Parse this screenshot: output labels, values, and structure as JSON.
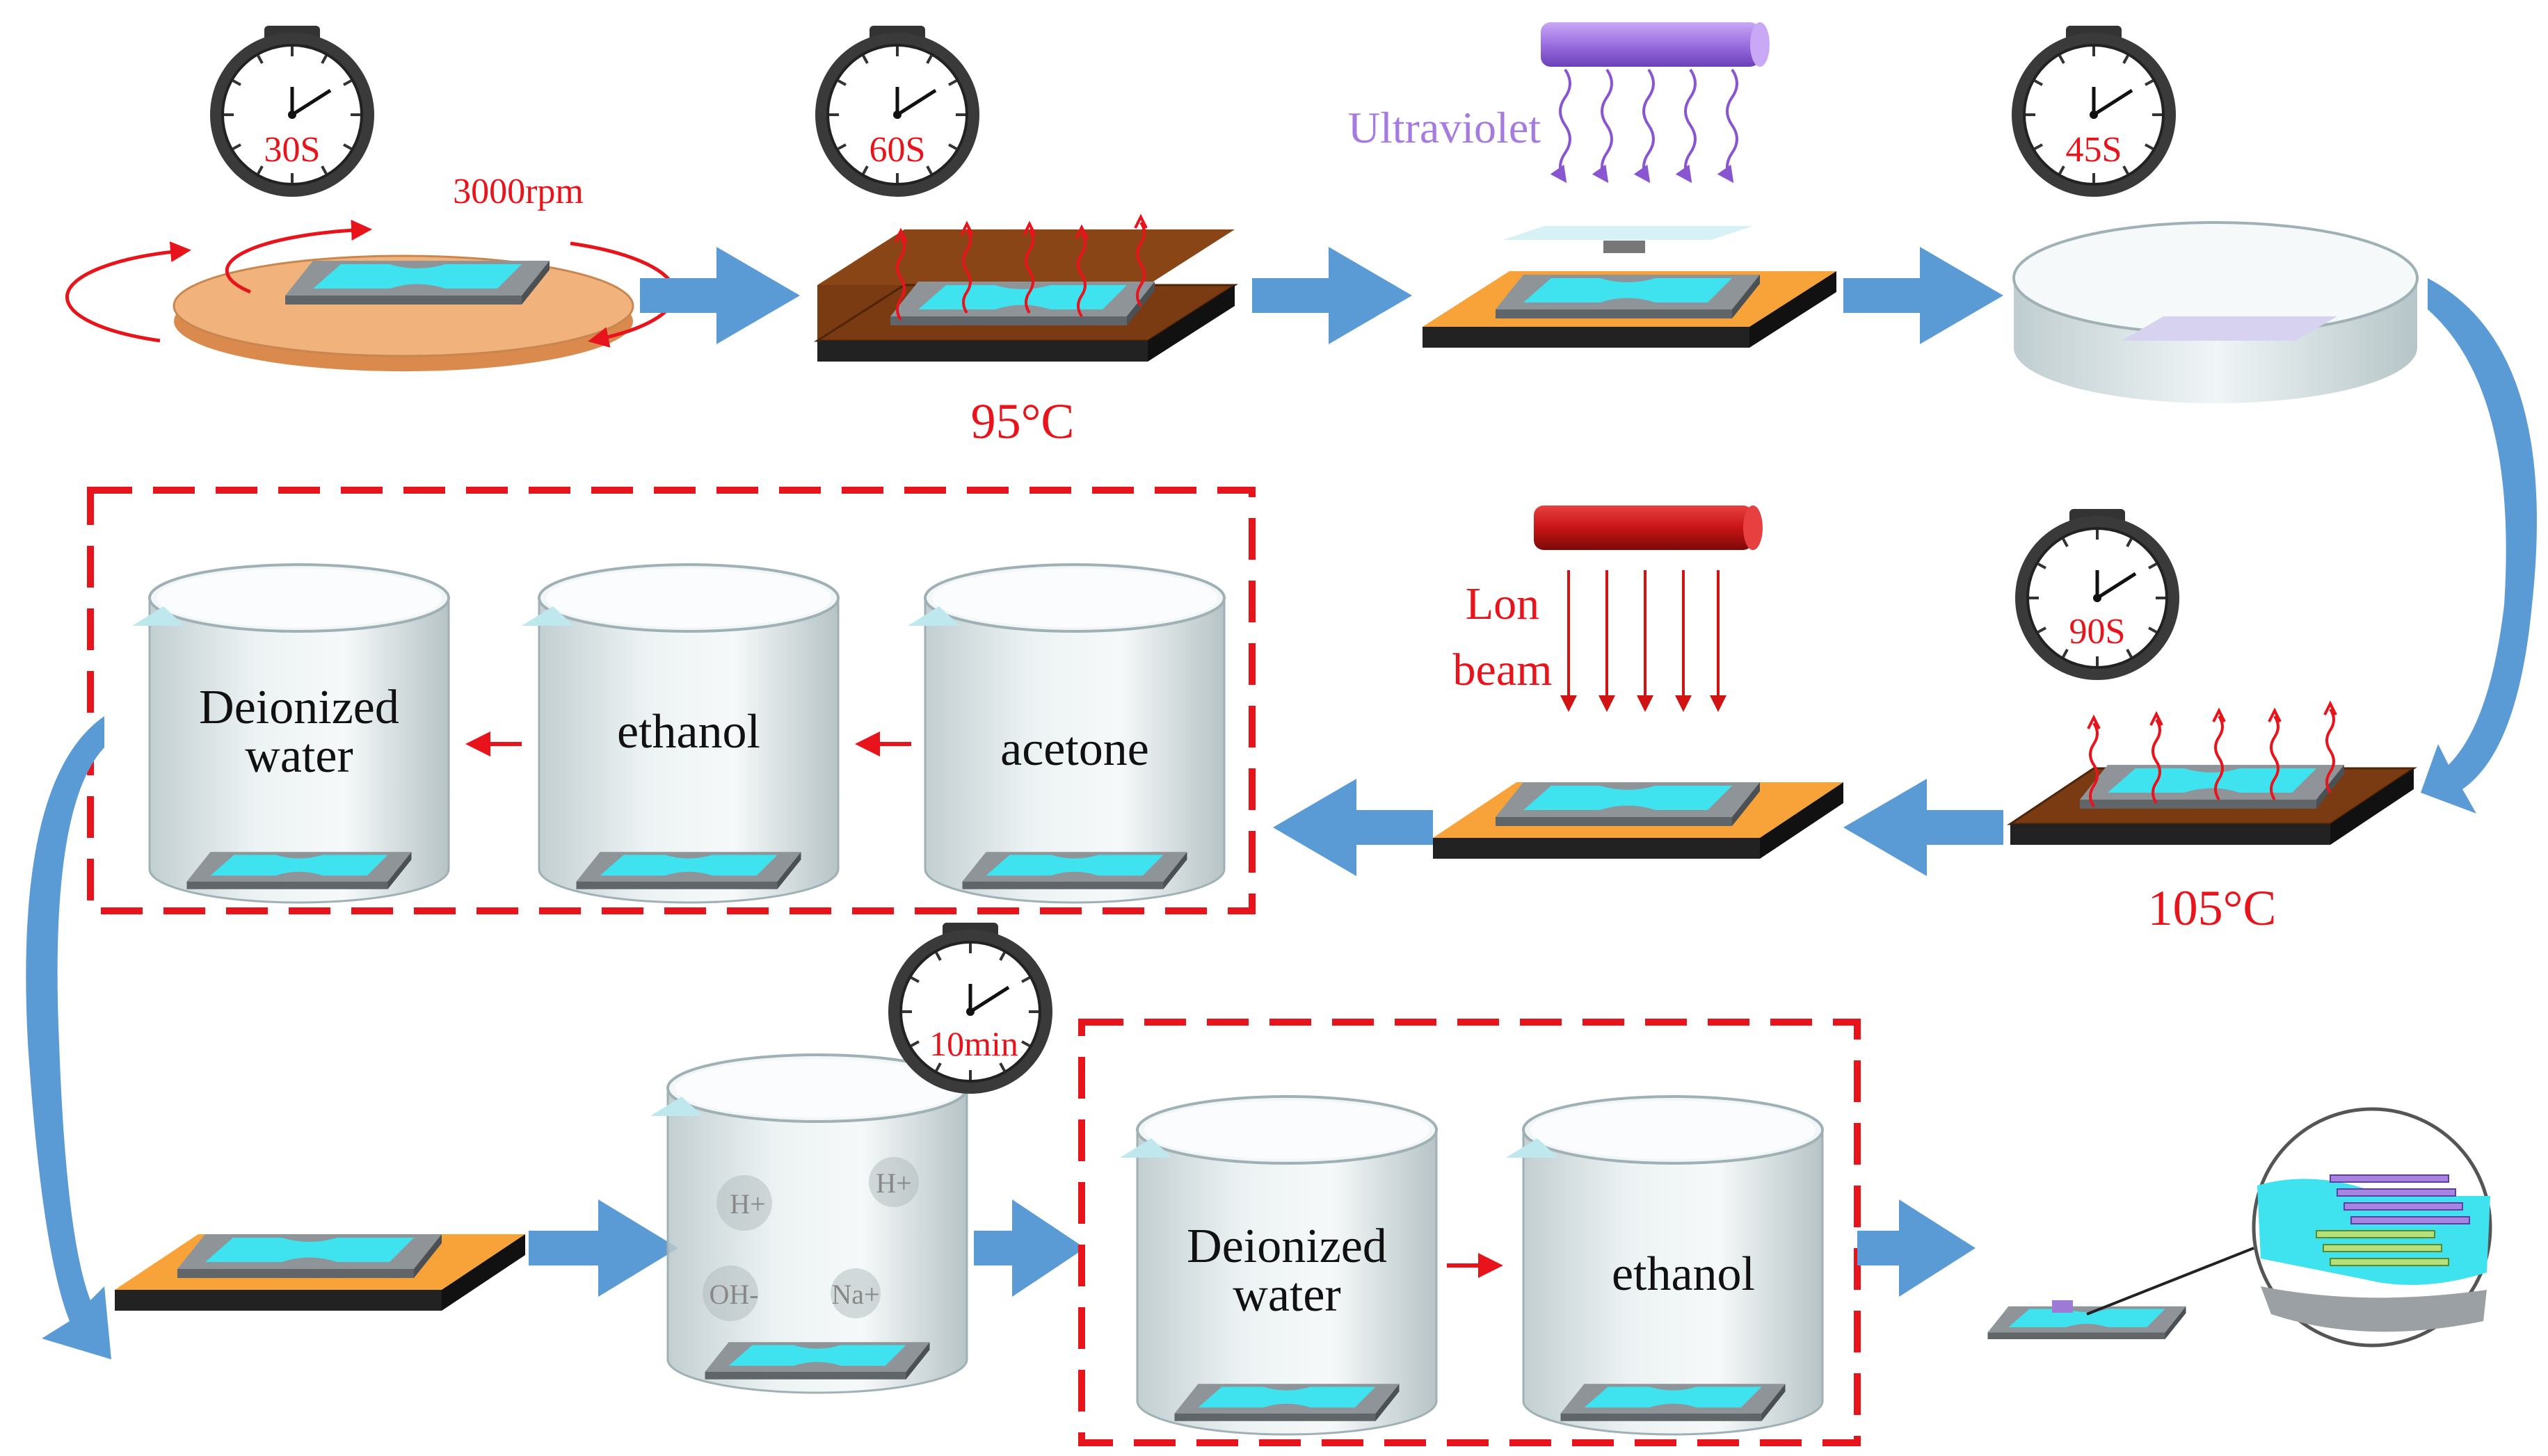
{
  "colors": {
    "label_red": "#e8141b",
    "uv_purple": "#a67be0",
    "flow_blue": "#5b9bd5",
    "hotplate_brown": "#7a3b12",
    "plate_orange": "#f7a33a",
    "spin_peach": "#f2b27c",
    "beaker_gray": "#c7d3d6",
    "substrate_cyan": "#33e0ee",
    "ion_red": "#c81414",
    "uv_lamp": "#9b6fe0"
  },
  "row1": {
    "timer1": "30S",
    "spin_speed": "3000rpm",
    "timer2": "60S",
    "temp1": "95°C",
    "uv_label": "Ultraviolet",
    "timer3": "45S"
  },
  "row2": {
    "timer4": "90S",
    "temp2": "105°C",
    "ion_label_line1": "Lon",
    "ion_label_line2": "beam",
    "beaker_acetone": "acetone",
    "beaker_ethanol": "ethanol",
    "beaker_water_line1": "Deionized",
    "beaker_water_line2": "water"
  },
  "row3": {
    "timer5": "10min",
    "etch_ions": [
      "H+",
      "H+",
      "OH-",
      "Na+"
    ],
    "beaker_water_line1": "Deionized",
    "beaker_water_line2": "water",
    "beaker_ethanol": "ethanol"
  },
  "icons": [
    "stopwatch-icon",
    "uv-lamp-icon",
    "ion-beam-lamp-icon",
    "flow-arrow-icon",
    "heat-wave-icon",
    "magnifier-inset-icon"
  ]
}
